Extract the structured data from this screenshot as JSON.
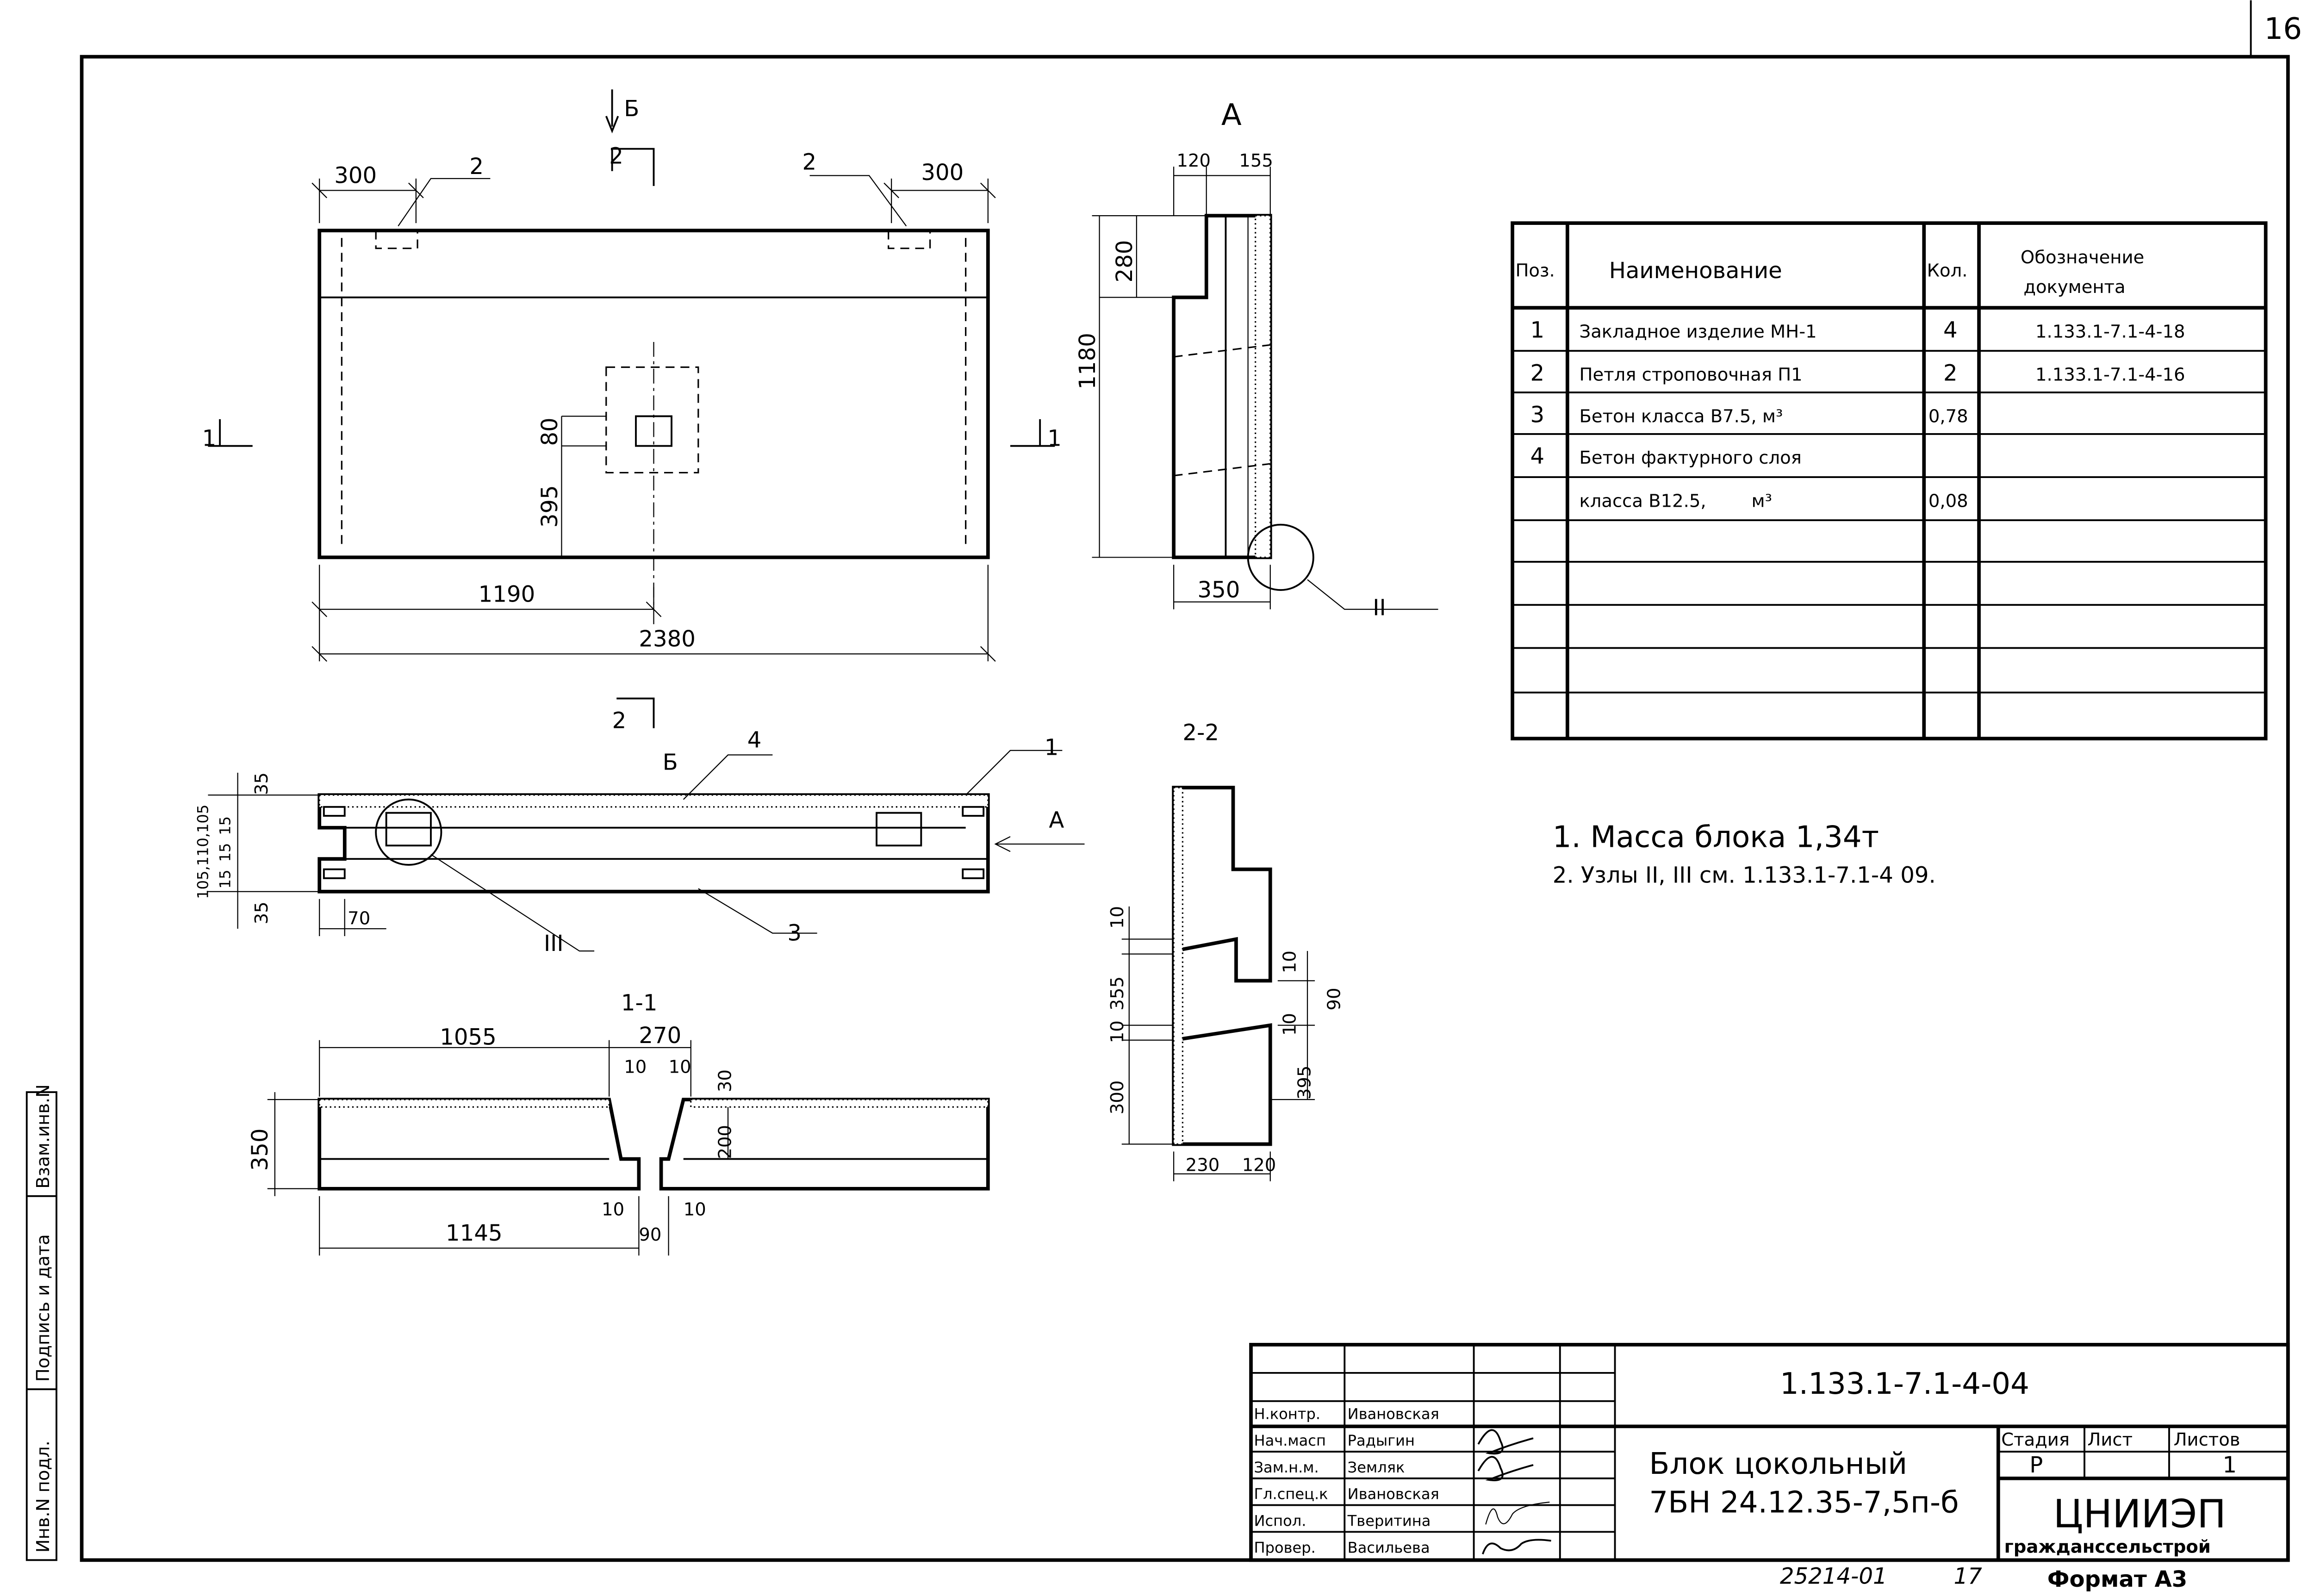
{
  "page_number": "16",
  "margin_labels": [
    "Инв.N подл.",
    "Подпись и дата",
    "Взам.инв.N"
  ],
  "elevation": {
    "section_b": "Б",
    "section_2_top": "2",
    "section_2_bottom": "2",
    "section_1_left": "1",
    "section_1_right": "1",
    "dim_left_300": "300",
    "dim_right_300": "300",
    "callout_2_left": "2",
    "callout_2_right": "2",
    "dim_80": "80",
    "dim_395": "395",
    "dim_1190": "1190",
    "dim_2380": "2380"
  },
  "view_a": {
    "title": "А",
    "dim_120": "120",
    "dim_155": "155",
    "dim_280": "280",
    "dim_1180": "1180",
    "dim_350": "350",
    "node_ii": "II"
  },
  "plan_b": {
    "title": "Б",
    "callout_1": "1",
    "callout_4": "4",
    "callout_3": "3",
    "node_iii": "III",
    "arrow_a": "А",
    "dim_35_top": "35",
    "dim_105_110_105": "105,110,105",
    "dim_15_a": "15",
    "dim_15_b": "15",
    "dim_15_c": "15",
    "dim_35_bottom": "35",
    "dim_70": "70"
  },
  "section_22": {
    "title": "2-2",
    "dim_10_a": "10",
    "dim_355": "355",
    "dim_10_b": "10",
    "dim_300": "300",
    "dim_10_c": "10",
    "dim_10_d": "10",
    "dim_90": "90",
    "dim_395": "395",
    "dim_230": "230",
    "dim_120": "120"
  },
  "section_11": {
    "title": "1-1",
    "dim_1055": "1055",
    "dim_270": "270",
    "dim_10_a": "10",
    "dim_10_b": "10",
    "dim_30": "30",
    "dim_200": "200",
    "dim_350": "350",
    "dim_10_c": "10",
    "dim_90": "90",
    "dim_10_d": "10",
    "dim_1145": "1145"
  },
  "spec_table": {
    "headers": [
      "Поз.",
      "Наименование",
      "Кол.",
      "Обозначение",
      "документа"
    ],
    "rows": [
      {
        "pos": "1",
        "name": "Закладное изделие  МН-1",
        "qty": "4",
        "doc": "1.133.1-7.1-4-18"
      },
      {
        "pos": "2",
        "name": "Петля строповочная П1",
        "qty": "2",
        "doc": "1.133.1-7.1-4-16"
      },
      {
        "pos": "3",
        "name": "Бетон класса В7.5, м³",
        "qty": "0,78",
        "doc": ""
      },
      {
        "pos": "4",
        "name": "Бетон фактурного слоя",
        "qty": "",
        "doc": ""
      },
      {
        "pos": "",
        "name": "класса В12.5,        м³",
        "qty": "0,08",
        "doc": ""
      }
    ]
  },
  "notes": [
    "1. Масса блока 1,34т",
    "2. Узлы II, III см. 1.133.1-7.1-4 09."
  ],
  "title_block": {
    "doc_number": "1.133.1-7.1-4-04",
    "roles": [
      "Н.контр.",
      "Нач.масп",
      "Зам.н.м.",
      "Гл.спец.к",
      "Испол.",
      "Провер."
    ],
    "names": [
      "Ивановская",
      "Радыгин",
      "Земляк",
      "Ивановская",
      "Тверитина",
      "Васильева"
    ],
    "product_name": "Блок цокольный",
    "product_code": "7БН 24.12.35-7,5п-б",
    "stage_label": "Стадия",
    "sheet_label": "Лист",
    "sheets_label": "Листов",
    "stage": "Р",
    "sheet": "",
    "sheets": "1",
    "org_line1": "ЦНИИЭП",
    "org_line2": "гражданссельстрой",
    "footer_number": "25214-01",
    "footer_page": "17",
    "format": "Формат А3"
  }
}
